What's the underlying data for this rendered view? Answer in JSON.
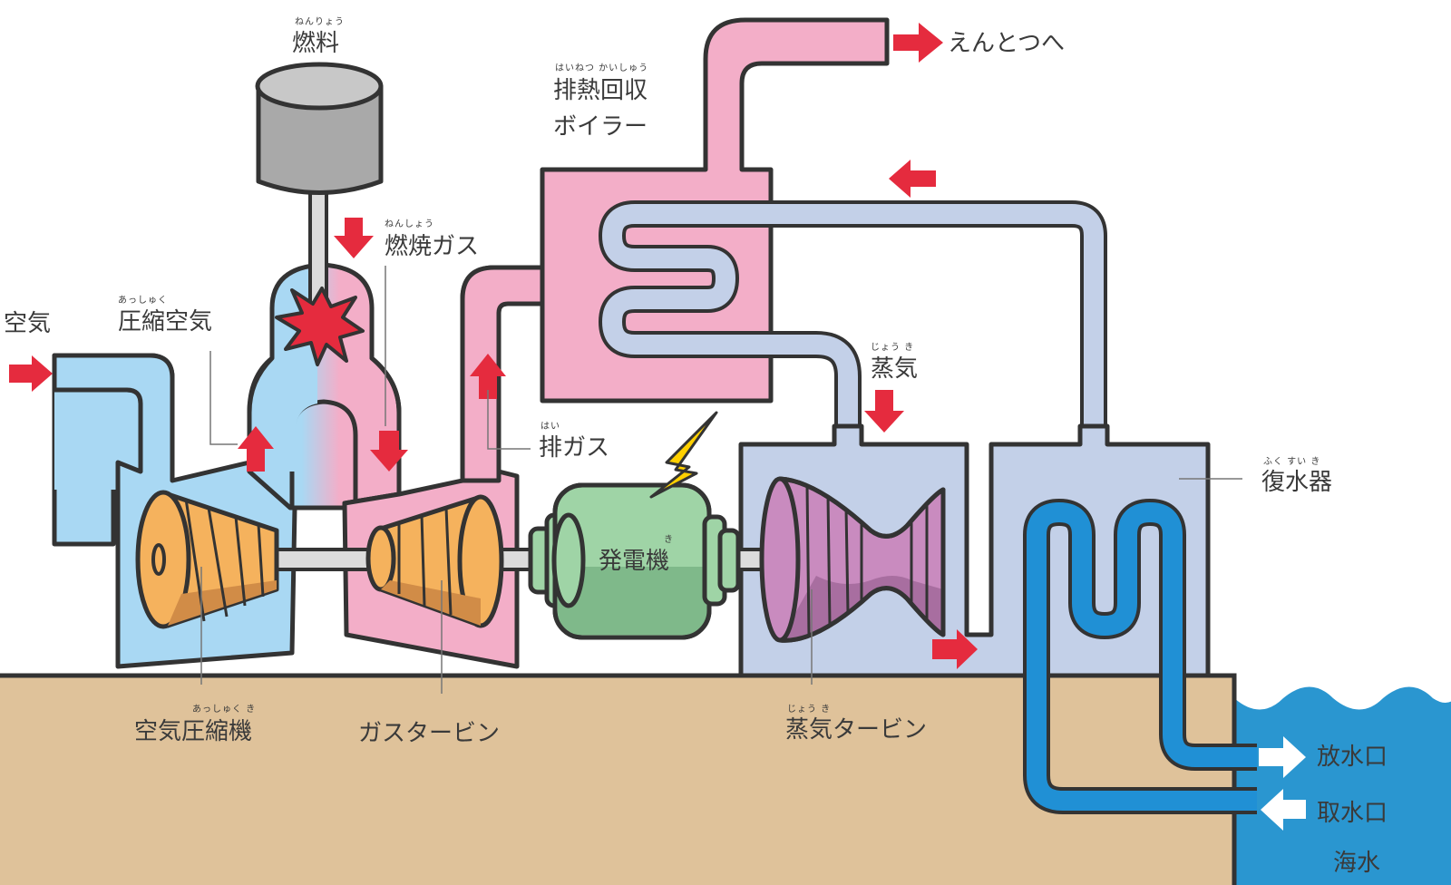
{
  "labels": {
    "fuel": "燃料",
    "fuel_ruby": "ねんりょう",
    "combustion_gas": "燃焼ガス",
    "combustion_gas_ruby": "ねんしょう",
    "air": "空気",
    "compressed_air": "圧縮空気",
    "compressed_air_ruby": "あっしゅく",
    "exhaust_gas": "排ガス",
    "exhaust_gas_ruby": "はい",
    "hrsg_line1": "排熱回収",
    "hrsg_line2": "ボイラー",
    "hrsg_ruby": "はいねつ かいしゅう",
    "to_chimney": "えんとつへ",
    "steam": "蒸気",
    "steam_ruby": "じょう き",
    "condenser": "復水器",
    "condenser_ruby": "ふく すい き",
    "generator": "発電機",
    "generator_ruby": "き",
    "air_compressor": "空気圧縮機",
    "air_compressor_ruby": "あっしゅく き",
    "gas_turbine": "ガスタービン",
    "steam_turbine": "蒸気タービン",
    "steam_turbine_ruby": "じょう き",
    "outlet": "放水口",
    "intake": "取水口",
    "seawater": "海水"
  },
  "colors": {
    "air_duct": "#a9d8f3",
    "gas_duct": "#f3aec8",
    "steam_duct": "#c3d0e8",
    "compressor": "#f5b25d",
    "generator": "#9fd4a6",
    "steam_turbine": "#c98bbf",
    "fuel_tank": "#a9a9a9",
    "ground": "#dfc29a",
    "sea": "#2a96d0",
    "sea_pipe": "#2090d5",
    "flow_arrow": "#e52b3e",
    "outline": "#333333"
  }
}
